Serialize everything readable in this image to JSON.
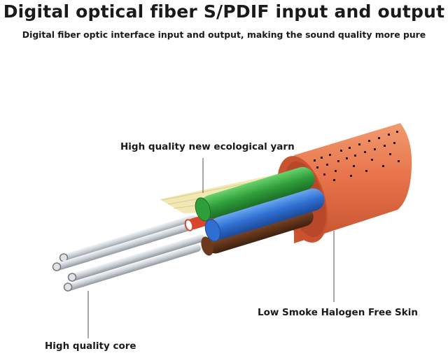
{
  "header": {
    "title": "Digital optical fiber S/PDIF input and output",
    "subtitle": "Digital fiber optic interface input and output, making the sound quality more pure"
  },
  "callouts": {
    "yarn": "High quality new ecological yarn",
    "skin": "Low Smoke Halogen Free Skin",
    "core": "High quality core"
  },
  "colors": {
    "jacket": "#e8734a",
    "green_fiber": "#2e9e3a",
    "blue_fiber": "#2f6fd1",
    "brown_fiber": "#6b3a1e",
    "red_fiber": "#d9462b",
    "yarn": "#efe4a8"
  }
}
